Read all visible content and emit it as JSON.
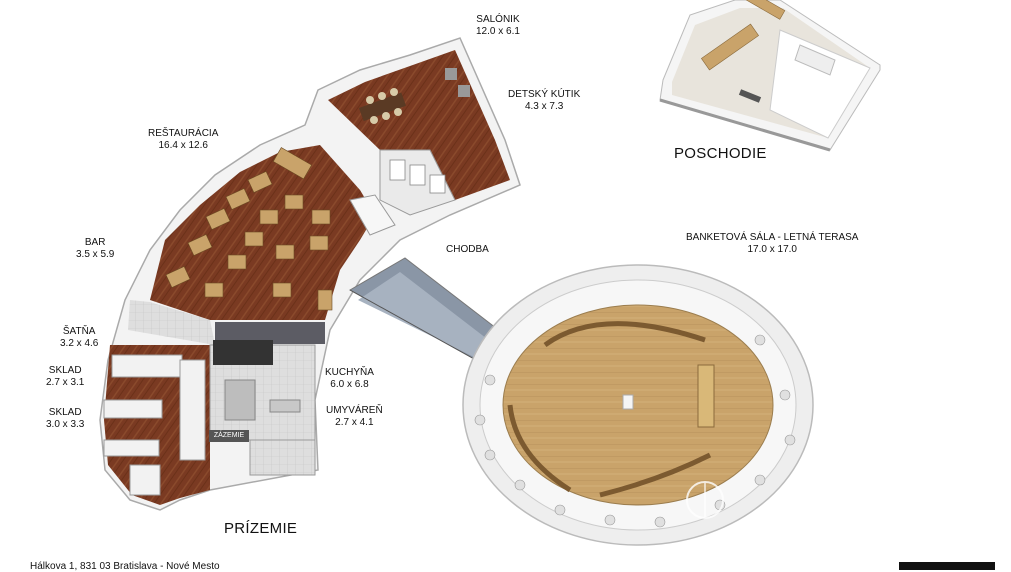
{
  "floors": {
    "ground": "PRÍZEMIE",
    "upper": "POSCHODIE"
  },
  "rooms": [
    {
      "id": "salonik",
      "name": "SALÓNIK",
      "size": "12.0 x 6.1"
    },
    {
      "id": "detsky",
      "name": "DETSKÝ KÚTIK",
      "size": "4.3 x 7.3"
    },
    {
      "id": "restauracia",
      "name": "REŠTAURÁCIA",
      "size": "16.4 x 12.6"
    },
    {
      "id": "bar",
      "name": "BAR",
      "size": "3.5 x 5.9"
    },
    {
      "id": "satna",
      "name": "ŠATŇA",
      "size": "3.2 x 4.6"
    },
    {
      "id": "sklad1",
      "name": "SKLAD",
      "size": "2.7 x 3.1"
    },
    {
      "id": "sklad2",
      "name": "SKLAD",
      "size": "3.0 x 3.3"
    },
    {
      "id": "kuchyna",
      "name": "KUCHYŇA",
      "size": "6.0 x 6.8"
    },
    {
      "id": "umyvaren",
      "name": "UMYVÁREŇ",
      "size": "2.7 x 4.1"
    },
    {
      "id": "chodba",
      "name": "CHODBA",
      "size": ""
    },
    {
      "id": "banket",
      "name": "BANKETOVÁ SÁLA - LETNÁ TERASA",
      "size": "17.0 x 17.0"
    }
  ],
  "zazemie": "ZÁZEMIE",
  "address": "Hálkova 1, 831 03 Bratislava - Nové Mesto",
  "colors": {
    "wood_floor": "#7a3a22",
    "parquet": "#c9a36a",
    "wall": "#f2f2f2",
    "tile": "#d9d9d9",
    "glass": "#9aa7b5"
  }
}
